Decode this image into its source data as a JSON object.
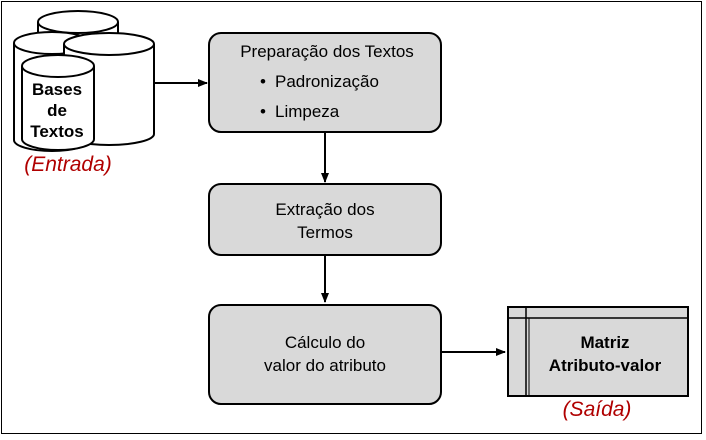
{
  "input": {
    "db_label_line1": "Bases",
    "db_label_line2": "de",
    "db_label_line3": "Textos",
    "caption": "(Entrada)"
  },
  "steps": [
    {
      "title": "Preparação dos Textos",
      "bullets": [
        "Padronização",
        "Limpeza"
      ],
      "bullet_symbol": "•"
    },
    {
      "line1": "Extração dos",
      "line2": "Termos"
    },
    {
      "line1": "Cálculo do",
      "line2": "valor do atributo"
    }
  ],
  "output": {
    "line1": "Matriz",
    "line2": "Atributo-valor",
    "caption": "(Saída)"
  },
  "colors": {
    "box_fill": "#d9d9d9",
    "caption": "#b00000",
    "stroke": "#000000"
  }
}
